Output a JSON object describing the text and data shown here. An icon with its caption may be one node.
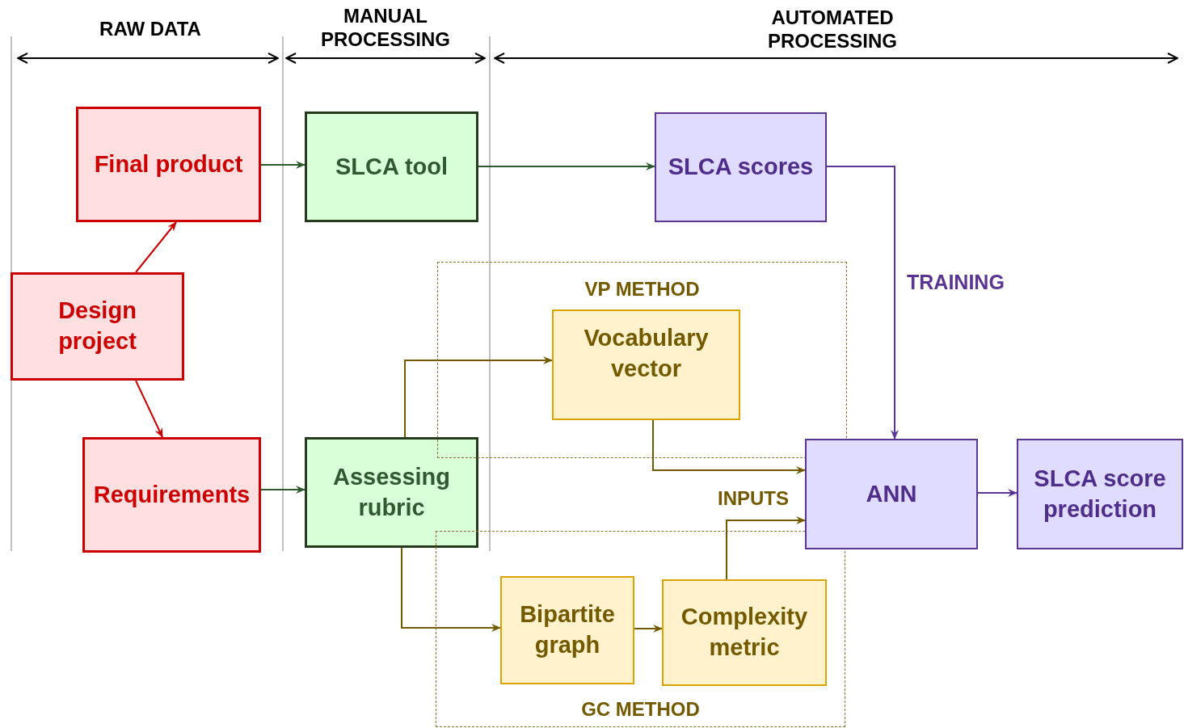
{
  "diagram": {
    "nodes": [
      {
        "text": [
          "Final product"
        ]
      },
      {
        "text": [
          "Design project"
        ]
      },
      {
        "text": [
          "Requirements"
        ]
      },
      {
        "text": [
          "SLCA tool"
        ]
      },
      {
        "text": [
          "Assessing rubric"
        ]
      },
      {
        "text": [
          "VP METHOD"
        ]
      },
      {
        "text": [
          "Vocabulary vector"
        ],
        "in": 5
      },
      {
        "text": [
          "GC METHOD"
        ]
      },
      {
        "text": [
          "Bipartite graph"
        ],
        "in": 7
      },
      {
        "text": [
          "Complexity metric"
        ],
        "in": 7
      },
      {
        "text": [
          "SLCA scores"
        ]
      },
      {
        "text": [
          "ANN"
        ]
      },
      {
        "text": [
          "SLCA score prediction"
        ]
      }
    ],
    "edges": [
      {
        "from": 0,
        "to": 3,
        "arrow": "to",
        "color": "#2d5a2d"
      },
      {
        "from": 1,
        "to": 0,
        "arrow": "to",
        "color": "#cc0000"
      },
      {
        "from": 1,
        "to": 2,
        "arrow": "to",
        "color": "#cc0000"
      },
      {
        "from": 2,
        "to": 4,
        "arrow": "to",
        "color": "#2d5a2d"
      },
      {
        "from": 3,
        "to": 10,
        "arrow": "to",
        "color": "#2d5a2d"
      },
      {
        "from": 10,
        "to": 11,
        "arrow": "to",
        "label": "TRAINING",
        "color": "#5b3594"
      },
      {
        "from": 4,
        "to": 6,
        "arrow": "to"
      },
      {
        "from": 6,
        "to": 11,
        "arrow": "to"
      },
      {
        "from": 4,
        "to": 8,
        "arrow": "to"
      },
      {
        "from": 8,
        "to": 9,
        "arrow": "to"
      },
      {
        "from": 9,
        "to": 11,
        "arrow": "to"
      },
      {
        "from": 11,
        "to": 12,
        "arrow": "to",
        "color": "#5b3594"
      }
    ],
    "labels": [
      "RAW DATA",
      "MANUAL PROCESSING",
      "AUTOMATED PROCESSING",
      "INPUTS"
    ]
  }
}
